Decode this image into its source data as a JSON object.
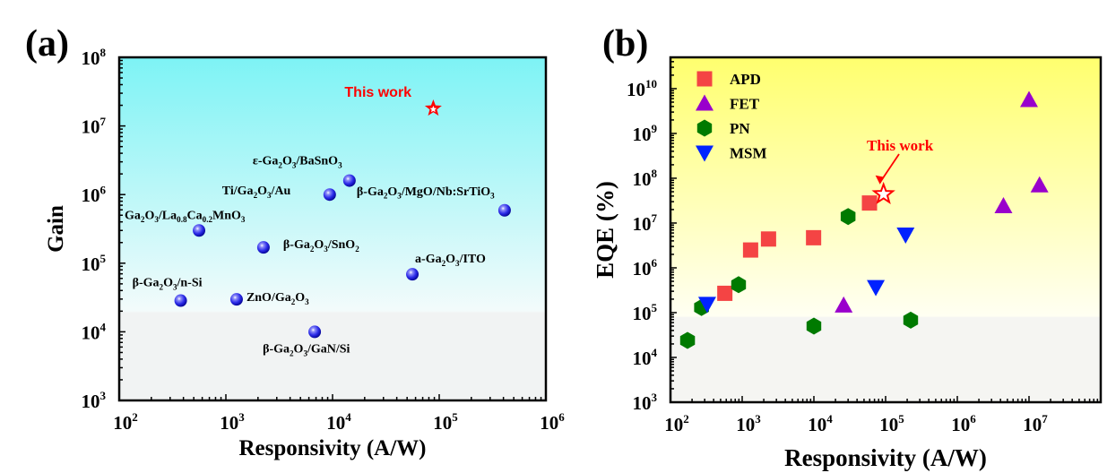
{
  "chart_data": [
    {
      "panel": "(a)",
      "type": "scatter",
      "xlabel": "Responsivity (A/W)",
      "ylabel": "Gain",
      "xscale": "log",
      "yscale": "log",
      "xlim": [
        100,
        1000000
      ],
      "ylim": [
        1000,
        100000000
      ],
      "tick_base": "10",
      "x_tick_exponents": [
        "2",
        "3",
        "4",
        "5",
        "6"
      ],
      "y_tick_exponents": [
        "3",
        "4",
        "5",
        "6",
        "7",
        "8"
      ],
      "background": {
        "top": "#7df3f5",
        "bottom": "#f1f3f3"
      },
      "points": [
        {
          "label": "ε-Ga2O3/BaSnO3",
          "x": 14400,
          "y": 1600000
        },
        {
          "label": "Ti/Ga2O3/Au",
          "x": 9400,
          "y": 1000000
        },
        {
          "label": "β-Ga2O3/MgO/Nb:SrTiO3",
          "x": 410000,
          "y": 590000
        },
        {
          "label": "Ga2O3/La0.8Ca0.2MnO3",
          "x": 560,
          "y": 300000
        },
        {
          "label": "β-Ga2O3/SnO2",
          "x": 2250,
          "y": 170000
        },
        {
          "label": "a-Ga2O3/ITO",
          "x": 56000,
          "y": 69000
        },
        {
          "label": "β-Ga2O3/n-Si",
          "x": 377,
          "y": 28500
        },
        {
          "label": "ZnO/Ga2O3",
          "x": 1260,
          "y": 29700
        },
        {
          "label": "β-Ga2O3/GaN/Si",
          "x": 6800,
          "y": 10000
        }
      ],
      "highlight": {
        "label": "This work",
        "x": 88000,
        "y": 18000000,
        "color": "#ff0000"
      },
      "marker_color": "#2a2ae8"
    },
    {
      "panel": "(b)",
      "type": "scatter",
      "xlabel": "Responsivity (A/W)",
      "ylabel": "EQE (%)",
      "xscale": "log",
      "yscale": "log",
      "xlim": [
        100,
        100000000
      ],
      "ylim": [
        1000,
        50000000000
      ],
      "tick_base": "10",
      "x_tick_exponents": [
        "2",
        "3",
        "4",
        "5",
        "6",
        "7"
      ],
      "y_tick_exponents": [
        "3",
        "4",
        "5",
        "6",
        "7",
        "8",
        "9",
        "10"
      ],
      "background": {
        "top": "#ffff6e",
        "bottom": "#f5f5f2"
      },
      "legend_position": "top-left",
      "series": [
        {
          "name": "APD",
          "marker": "square",
          "color": "#f44444",
          "points": [
            [
              573,
              270000
            ],
            [
              1310,
              2500000
            ],
            [
              2330,
              4400000
            ],
            [
              9900,
              4700000
            ],
            [
              59600,
              28000000
            ]
          ]
        },
        {
          "name": "FET",
          "marker": "triangle-up",
          "color": "#9900cc",
          "points": [
            [
              26000,
              145000
            ],
            [
              4400000,
              24000000
            ],
            [
              10000000,
              5600000000
            ],
            [
              14000000,
              70000000
            ]
          ]
        },
        {
          "name": "PN",
          "marker": "hexagon",
          "color": "#007a00",
          "points": [
            [
              173,
              24000
            ],
            [
              271,
              130000
            ],
            [
              891,
              420000
            ],
            [
              10000,
              50000
            ],
            [
              30000,
              14000000
            ],
            [
              224000,
              68000
            ]
          ]
        },
        {
          "name": "MSM",
          "marker": "triangle-down",
          "color": "#0022ff",
          "points": [
            [
              325,
              156000
            ],
            [
              73000,
              370000
            ],
            [
              190000,
              5500000
            ]
          ]
        }
      ],
      "highlight": {
        "label": "This work",
        "x": 93500,
        "y": 44000000,
        "color": "#ff0000"
      }
    }
  ]
}
